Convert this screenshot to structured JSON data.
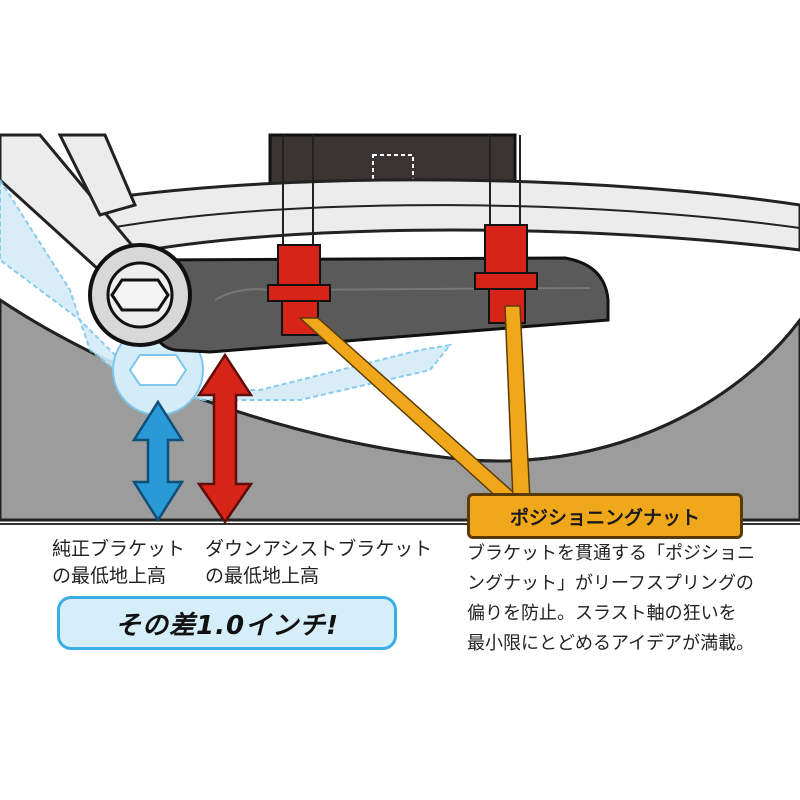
{
  "labels": {
    "stock_bracket": [
      "純正ブラケット",
      "の最低地上高"
    ],
    "downassist_bracket": [
      "ダウンアシストブラケット",
      "の最低地上高"
    ],
    "difference": "その差1.0インチ!"
  },
  "callout": {
    "title": "ポジショニングナット",
    "description": [
      "ブラケットを貫通する「ポジショニ",
      "ングナット」がリーフスプリングの",
      "偏りを防止。スラスト軸の狂いを",
      "最小限にとどめるアイデアが満載。"
    ]
  },
  "colors": {
    "stock_arrow": "#2a9ad6",
    "downassist_arrow": "#d62418",
    "nut": "#d62418",
    "callout_fill": "#f0a81a",
    "difference_box": "#d6eef9",
    "leaf_spring": "#e4e4e4",
    "tire": "#9a9a9a",
    "bracket": "#555555"
  }
}
